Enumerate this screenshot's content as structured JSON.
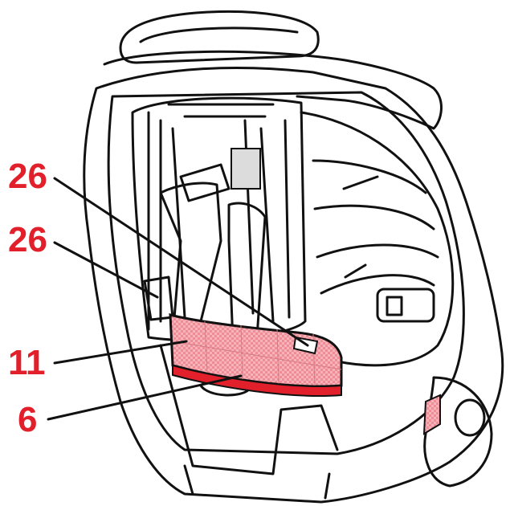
{
  "diagram": {
    "callouts": [
      {
        "id": "a",
        "number": "26"
      },
      {
        "id": "b",
        "number": "26"
      },
      {
        "id": "c",
        "number": "11"
      },
      {
        "id": "d",
        "number": "6"
      }
    ]
  },
  "colors": {
    "callout_text": "#e2202b",
    "leader_line": "#111111",
    "outline": "#111111",
    "highlight_fill": "#f4a0a8",
    "highlight_stripe": "#e2202b",
    "grey_panel": "#dcdcdc"
  }
}
